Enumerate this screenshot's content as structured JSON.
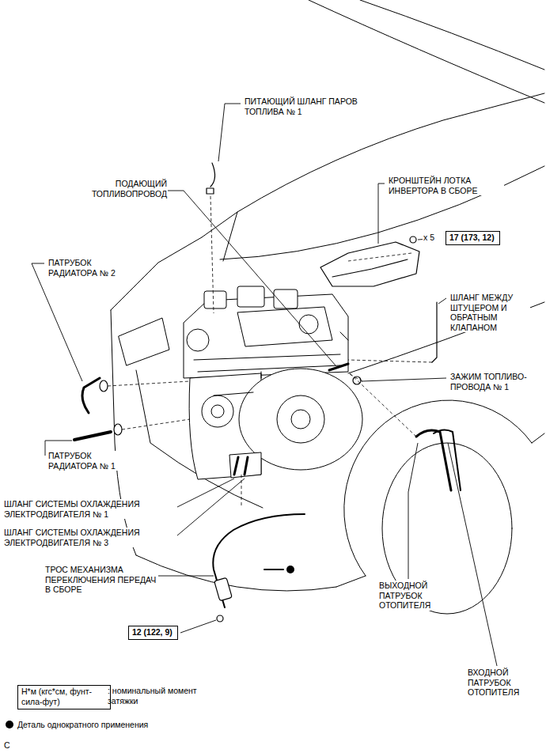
{
  "diagram": {
    "nodes": [
      {
        "text": [
          "17 (173, 12)"
        ]
      },
      {
        "text": [
          "12 (122, 9)"
        ]
      },
      {
        "text": [
          "Н*м (кгс*см, фунт-сила-фут)"
        ]
      }
    ],
    "labels": [
      "ПИТАЮЩИЙ ШЛАНГ ПАРОВ ТОПЛИВА № 1",
      "ПОДАЮЩИЙ ТОПЛИВОПРОВОД",
      "КРОНШТЕЙН ЛОТКА ИНВЕРТОРА В СБОРЕ",
      "x 5",
      "ПАТРУБОК РАДИАТОРА № 2",
      "ШЛАНГ МЕЖДУ ШТУЦЕРОМ И ОБРАТНЫМ КЛАПАНОМ",
      "ЗАЖИМ ТОПЛИВО- ПРОВОДА № 1",
      "ПАТРУБОК РАДИАТОРА № 1",
      "ШЛАНГ СИСТЕМЫ ОХЛАЖДЕНИЯ ЭЛЕКТРОДВИГАТЕЛЯ № 1",
      "ШЛАНГ СИСТЕМЫ ОХЛАЖДЕНИЯ ЭЛЕКТРОДВИГАТЕЛЯ № 3",
      "ТРОС МЕХАНИЗМА ПЕРЕКЛЮЧЕНИЯ ПЕРЕДАЧ В СБОРЕ",
      "ВЫХОДНОЙ ПАТРУБОК ОТОПИТЕЛЯ",
      "ВХОДНОЙ ПАТРУБОК ОТОПИТЕЛЯ",
      "C"
    ],
    "legend": [
      {
        "text": ": номинальный момент затяжки"
      },
      {
        "text": "Деталь однократного применения"
      }
    ]
  }
}
